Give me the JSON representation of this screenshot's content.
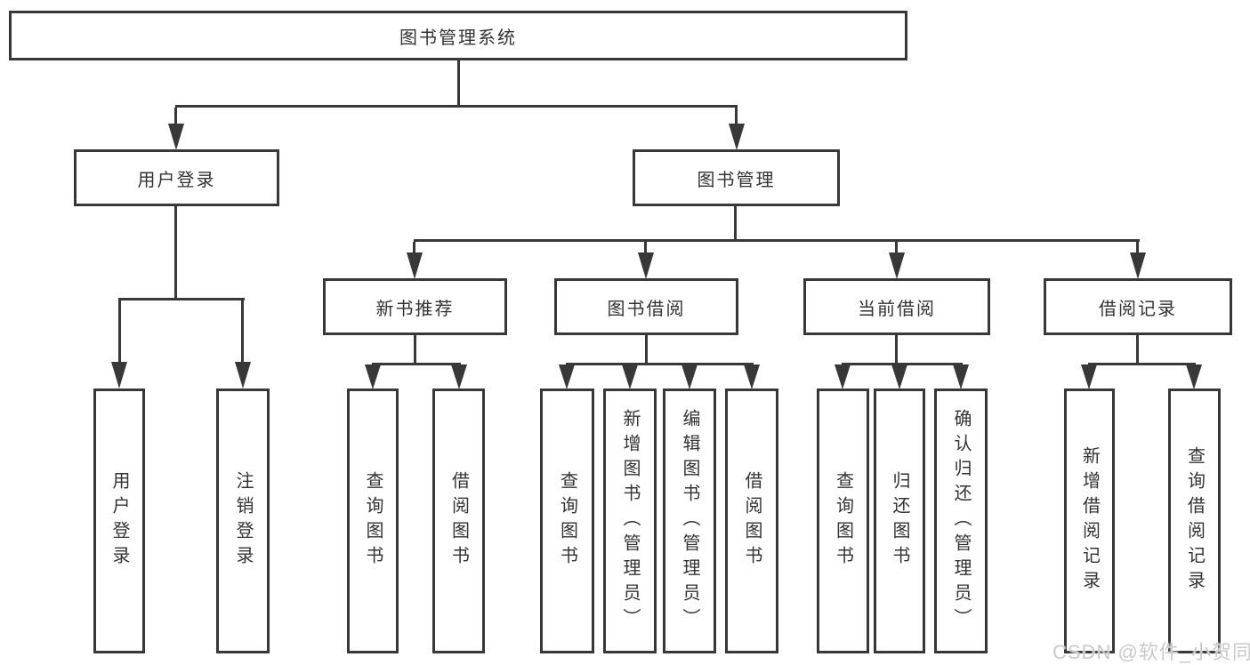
{
  "diagram": {
    "title": "图书管理系统",
    "root": {
      "label": "图书管理系统"
    },
    "level2": [
      {
        "label": "用户登录"
      },
      {
        "label": "图书管理"
      }
    ],
    "level3": [
      {
        "label": "新书推荐"
      },
      {
        "label": "图书借阅"
      },
      {
        "label": "当前借阅"
      },
      {
        "label": "借阅记录"
      }
    ],
    "leaves": {
      "user_login": [
        {
          "label": "用户登录"
        },
        {
          "label": "注销登录"
        }
      ],
      "new_books": [
        {
          "label": "查询图书"
        },
        {
          "label": "借阅图书"
        }
      ],
      "book_borrow": [
        {
          "label": "查询图书"
        },
        {
          "label": "新增图书（管理员）"
        },
        {
          "label": "编辑图书（管理员）"
        },
        {
          "label": "借阅图书"
        }
      ],
      "current_borrow": [
        {
          "label": "查询图书"
        },
        {
          "label": "归还图书"
        },
        {
          "label": "确认归还（管理员）"
        }
      ],
      "borrow_records": [
        {
          "label": "新增借阅记录"
        },
        {
          "label": "查询借阅记录"
        }
      ]
    },
    "colors": {
      "line": "#383838",
      "text": "#333333",
      "background": "#ffffff",
      "watermark": "#c9c9c9"
    },
    "watermark": "CSDN @软件_小贺同学"
  }
}
